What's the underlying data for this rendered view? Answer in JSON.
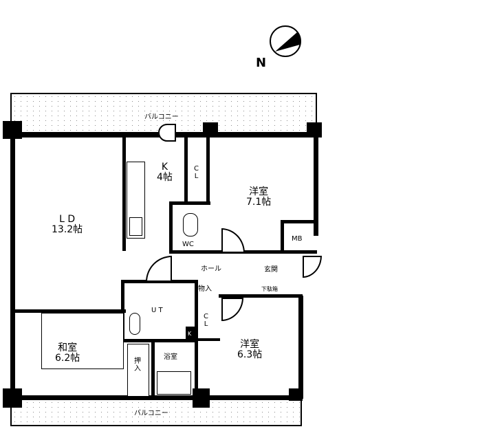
{
  "compass": {
    "label": "N"
  },
  "rooms": {
    "balcony_top": "バルコニー",
    "balcony_bottom": "バルコニー",
    "ld": {
      "name": "L D",
      "size": "13.2帖"
    },
    "kitchen": {
      "name": "K",
      "size": "4帖"
    },
    "western_1": {
      "name": "洋室",
      "size": "7.1帖"
    },
    "western_2": {
      "name": "洋室",
      "size": "6.3帖"
    },
    "japanese": {
      "name": "和室",
      "size": "6.2帖"
    },
    "closet_1": "C\nL",
    "closet_2": "C\nL",
    "wc": "WC",
    "mb": "MB",
    "hall": "ホール",
    "entrance": "玄関",
    "shoe_box": "下駄箱",
    "storage": "物入",
    "ut": "U T",
    "bath": "浴室",
    "oshiire": "押\n入",
    "k_small": "K"
  }
}
